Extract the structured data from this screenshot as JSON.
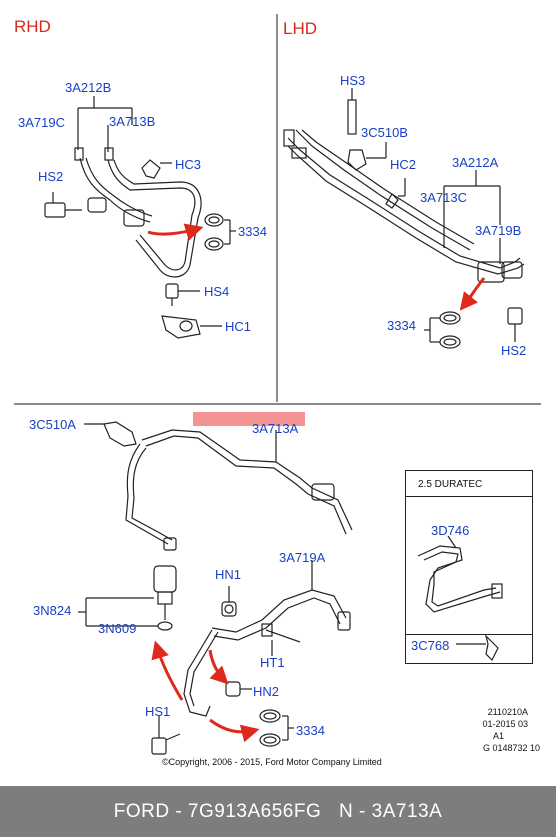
{
  "sections": {
    "rhd": "RHD",
    "lhd": "LHD"
  },
  "labels": {
    "rhd_3a212b": "3A212B",
    "rhd_3a719c": "3A719C",
    "rhd_3a713b": "3A713B",
    "rhd_hs2": "HS2",
    "rhd_hc3": "HC3",
    "rhd_3334": "3334",
    "rhd_hs4": "HS4",
    "rhd_hc1": "HC1",
    "lhd_hs3": "HS3",
    "lhd_3c510b": "3C510B",
    "lhd_hc2": "HC2",
    "lhd_3a212a": "3A212A",
    "lhd_3a713c": "3A713C",
    "lhd_3a719b": "3A719B",
    "lhd_3334": "3334",
    "lhd_hs2": "HS2",
    "low_3c510a": "3C510A",
    "low_3a713a": "3A713A",
    "low_3n824": "3N824",
    "low_3n609": "3N609",
    "low_hn1": "HN1",
    "low_3a719a": "3A719A",
    "low_ht1": "HT1",
    "low_hn2": "HN2",
    "low_hs1": "HS1",
    "low_3334": "3334"
  },
  "inset": {
    "title": "2.5 DURATEC",
    "part_top": "3D746",
    "part_bottom": "3C768"
  },
  "copyright": "©Copyright, 2006 - 2015, Ford Motor Company Limited",
  "meta": {
    "line1": "2110210A",
    "line2": "01-2015 03",
    "line3": "A1",
    "line4": "G 0148732 10"
  },
  "footer": {
    "brand_part": "FORD - 7G913A656FG",
    "ref": "N - 3A713A"
  },
  "colors": {
    "label": "#1a3fc4",
    "section": "#d42a1a",
    "arrow": "#e0291d",
    "highlight": "#f28080",
    "footer_bg": "#7d7d7d"
  }
}
